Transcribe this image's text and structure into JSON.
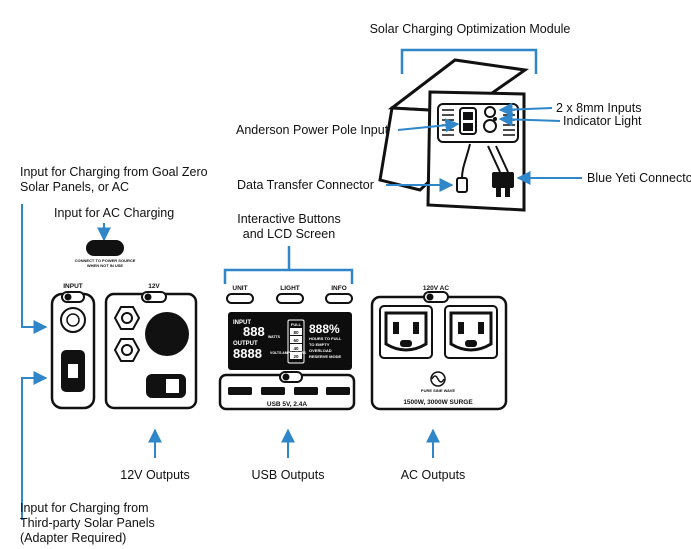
{
  "labels": {
    "module_title": "Solar Charging Optimization Module",
    "inputs_8mm": "2 x 8mm Inputs",
    "indicator_light": "Indicator Light",
    "anderson_input": "Anderson Power Pole Input",
    "data_transfer": "Data Transfer Connector",
    "blue_yeti": "Blue Yeti Connector",
    "input_goal_zero_line1": "Input for Charging from Goal Zero",
    "input_goal_zero_line2": "Solar Panels, or AC",
    "input_ac": "Input for AC Charging",
    "interactive_line1": "Interactive Buttons",
    "interactive_line2": "and LCD Screen",
    "outputs_12v": "12V Outputs",
    "outputs_usb": "USB Outputs",
    "outputs_ac": "AC Outputs",
    "third_party_line1": "Input for Charging from",
    "third_party_line2": "Third-party Solar Panels",
    "third_party_line3": "(Adapter Required)"
  },
  "panel": {
    "input_label": "INPUT",
    "v12_label": "12V",
    "unit_label": "UNIT",
    "light_label": "LIGHT",
    "info_label": "INFO",
    "usb_label": "USB 5V, 2.4A",
    "ac_label": "120V AC",
    "surge_label": "1500W, 3000W SURGE",
    "connect_note_line1": "CONNECT TO POWER SOURCE",
    "connect_note_line2": "WHEN NOT IN USE",
    "pure_sine": "PURE SINE WAVE"
  },
  "lcd": {
    "input": "INPUT",
    "output": "OUTPUT",
    "digits_in": "888",
    "digits_out": "8888",
    "watts": "WATTS",
    "volts_amps_hours": "VOLTS AMPS HOURS",
    "full": "FULL",
    "levels": [
      "80",
      "60",
      "40",
      "20"
    ],
    "percent": "888%",
    "hours_to_full": "HOURS TO FULL",
    "to_empty": "TO EMPTY",
    "overload": "OVERLOAD",
    "reserve_mode": "RESERVE MODE"
  },
  "colors": {
    "arrow": "#2f86c9",
    "outline": "#111111",
    "lcd_bg": "#0d0d0d"
  }
}
